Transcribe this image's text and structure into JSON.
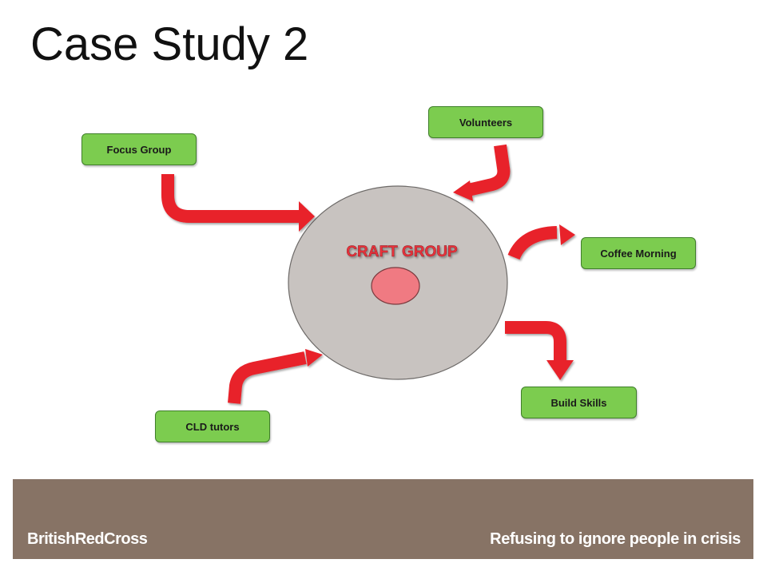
{
  "slide": {
    "title": "Case Study 2"
  },
  "diagram": {
    "center": {
      "label": "CRAFT GROUP",
      "circle_color": "#c8c3c0",
      "inner_color": "#f07a82",
      "label_color": "#e8303a"
    },
    "nodes": {
      "focus_group": "Focus Group",
      "volunteers": "Volunteers",
      "coffee_morning": "Coffee Morning",
      "build_skills": "Build Skills",
      "cld_tutors": "CLD tutors"
    },
    "node_color": "#7ccc4f",
    "arrow_color": "#e8202a"
  },
  "footer": {
    "brand": "BritishRedCross",
    "tagline": "Refusing to ignore people in crisis",
    "background": "#877365"
  }
}
